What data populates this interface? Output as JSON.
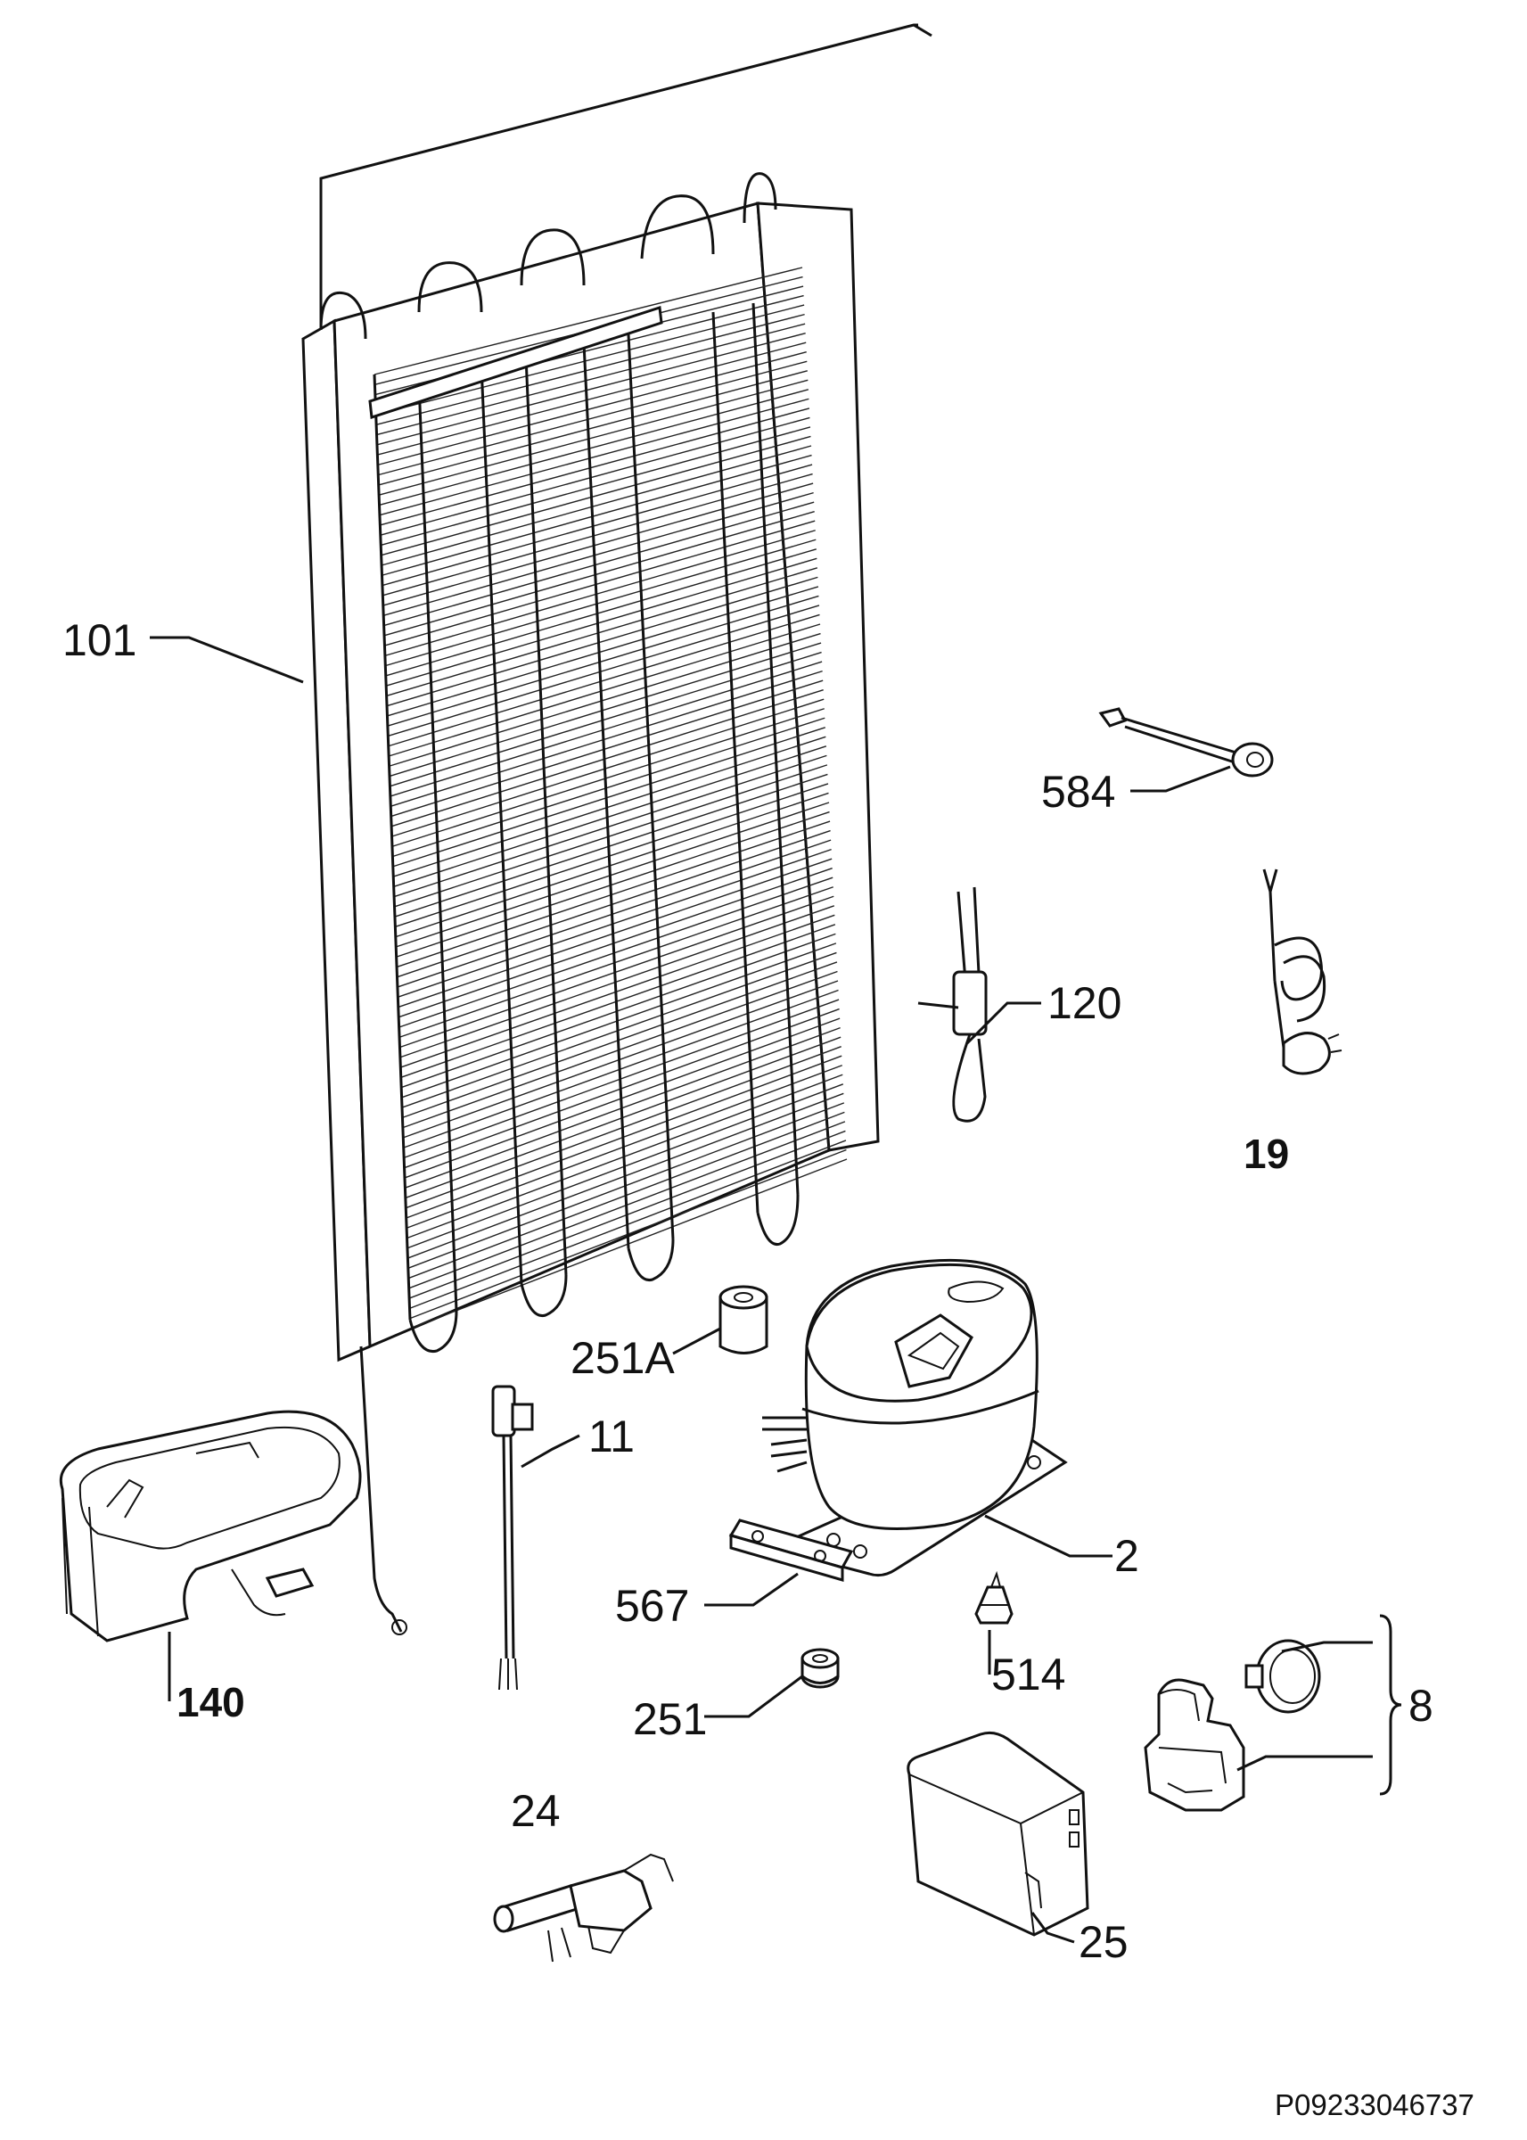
{
  "colors": {
    "line": "#111111",
    "background": "#ffffff"
  },
  "labels": {
    "p101": "101",
    "p584": "584",
    "p120": "120",
    "p19": "19",
    "p251a": "251A",
    "p11": "11",
    "p2": "2",
    "p567": "567",
    "p140": "140",
    "p514": "514",
    "p251": "251",
    "p8": "8",
    "p24": "24",
    "p25": "25"
  },
  "document_code": "P09233046737"
}
